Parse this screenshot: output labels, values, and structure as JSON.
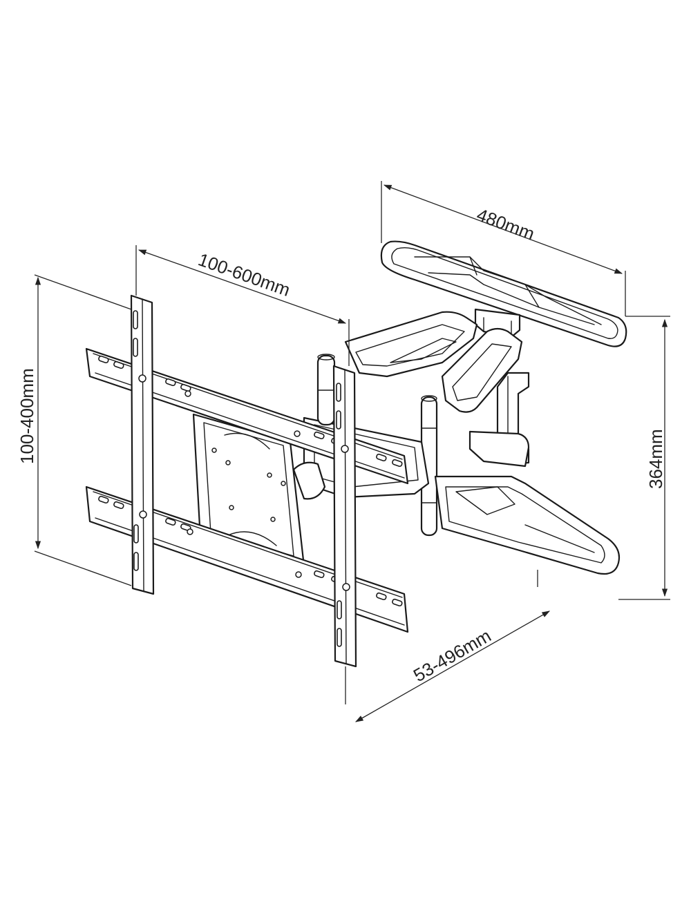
{
  "dimensions": {
    "vesa_horizontal": "100-600mm",
    "vesa_vertical": "100-400mm",
    "wall_plate_width": "480mm",
    "wall_plate_height": "364mm",
    "extension": "53-496mm"
  },
  "colors": {
    "line": "#1a1a1a",
    "background": "#ffffff"
  }
}
